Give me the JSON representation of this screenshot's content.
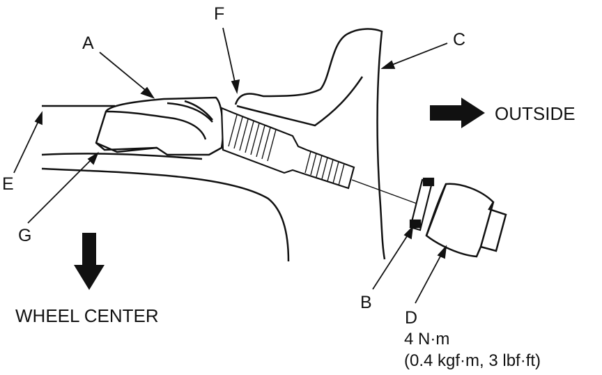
{
  "labels": {
    "A": "A",
    "B": "B",
    "C": "C",
    "D": "D",
    "E": "E",
    "F": "F",
    "G": "G"
  },
  "direction_outside": "OUTSIDE",
  "direction_wheel_center": "WHEEL CENTER",
  "torque": {
    "value": "4 N·m",
    "alt": "(0.4 kgf·m, 3 lbf·ft)"
  }
}
